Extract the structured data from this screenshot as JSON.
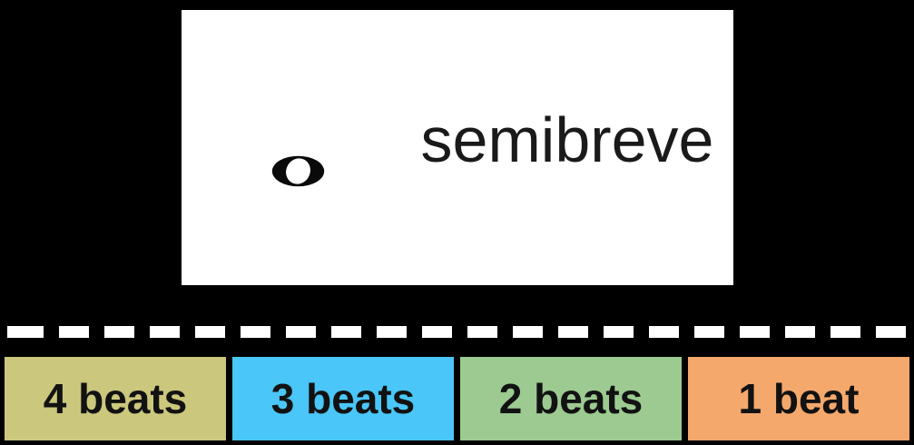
{
  "app": {
    "background_color": "#000000"
  },
  "flashcard": {
    "term": "semibreve",
    "icon": "whole-note-icon",
    "bg_color": "#ffffff",
    "text_color": "#1a1a1a"
  },
  "divider": {
    "style": "dashed",
    "color": "#ffffff"
  },
  "answers": [
    {
      "label": "4 beats",
      "bg": "#cbc77d"
    },
    {
      "label": "3 beats",
      "bg": "#4ac6f8"
    },
    {
      "label": "2 beats",
      "bg": "#9cca91"
    },
    {
      "label": "1 beat",
      "bg": "#f4a86c"
    }
  ]
}
